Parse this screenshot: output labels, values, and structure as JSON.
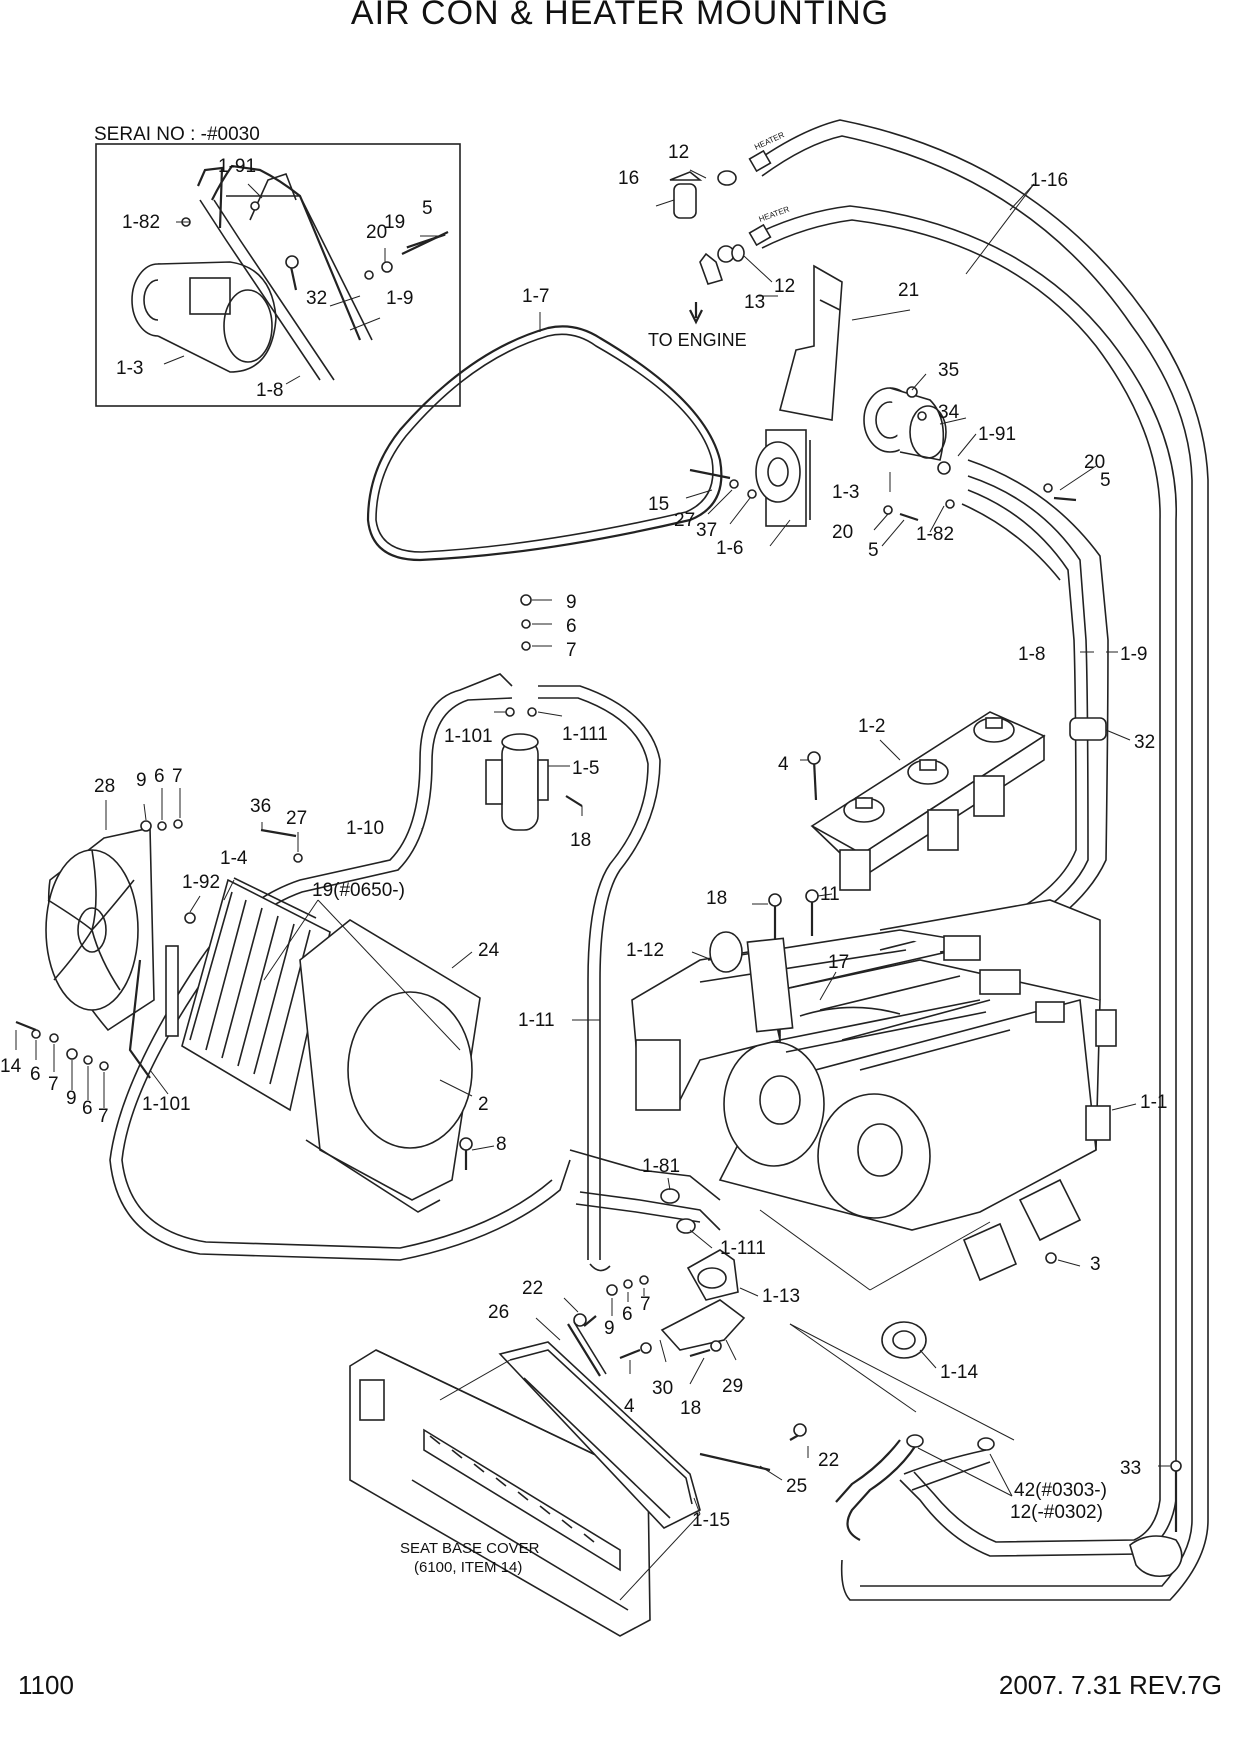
{
  "title": "AIR CON & HEATER MOUNTING",
  "page_number": "1100",
  "revision": "2007. 7.31  REV.7G",
  "inset": {
    "caption": "SERAI NO : -#0030"
  },
  "notes": {
    "to_engine": "TO ENGINE",
    "heater_label": "HEATER",
    "seat_base_cover_line1": "SEAT BASE COVER",
    "seat_base_cover_line2": "(6100, ITEM 14)"
  },
  "callouts": [
    "1-91",
    "1-82",
    "20",
    "19",
    "5",
    "32",
    "1-9",
    "1-3",
    "1-8",
    "12",
    "16",
    "1-16",
    "12",
    "13",
    "21",
    "1-7",
    "35",
    "34",
    "1-91",
    "15",
    "27",
    "37",
    "1-6",
    "1-3",
    "20",
    "5",
    "20",
    "5",
    "1-82",
    "9",
    "6",
    "7",
    "1-101",
    "1-111",
    "1-5",
    "18",
    "1-8",
    "1-9",
    "1-2",
    "4",
    "32",
    "28",
    "9",
    "6",
    "7",
    "36",
    "27",
    "1-4",
    "1-92",
    "19(#0650-)",
    "1-10",
    "24",
    "18",
    "11",
    "1-12",
    "17",
    "1-11",
    "14",
    "6",
    "7",
    "9",
    "6",
    "7",
    "1-101",
    "2",
    "8",
    "1-1",
    "1-81",
    "1-111",
    "3",
    "22",
    "26",
    "9",
    "6",
    "7",
    "1-13",
    "30",
    "29",
    "4",
    "18",
    "1-14",
    "22",
    "25",
    "1-15",
    "33",
    "42(#0303-)",
    "12(-#0302)"
  ]
}
